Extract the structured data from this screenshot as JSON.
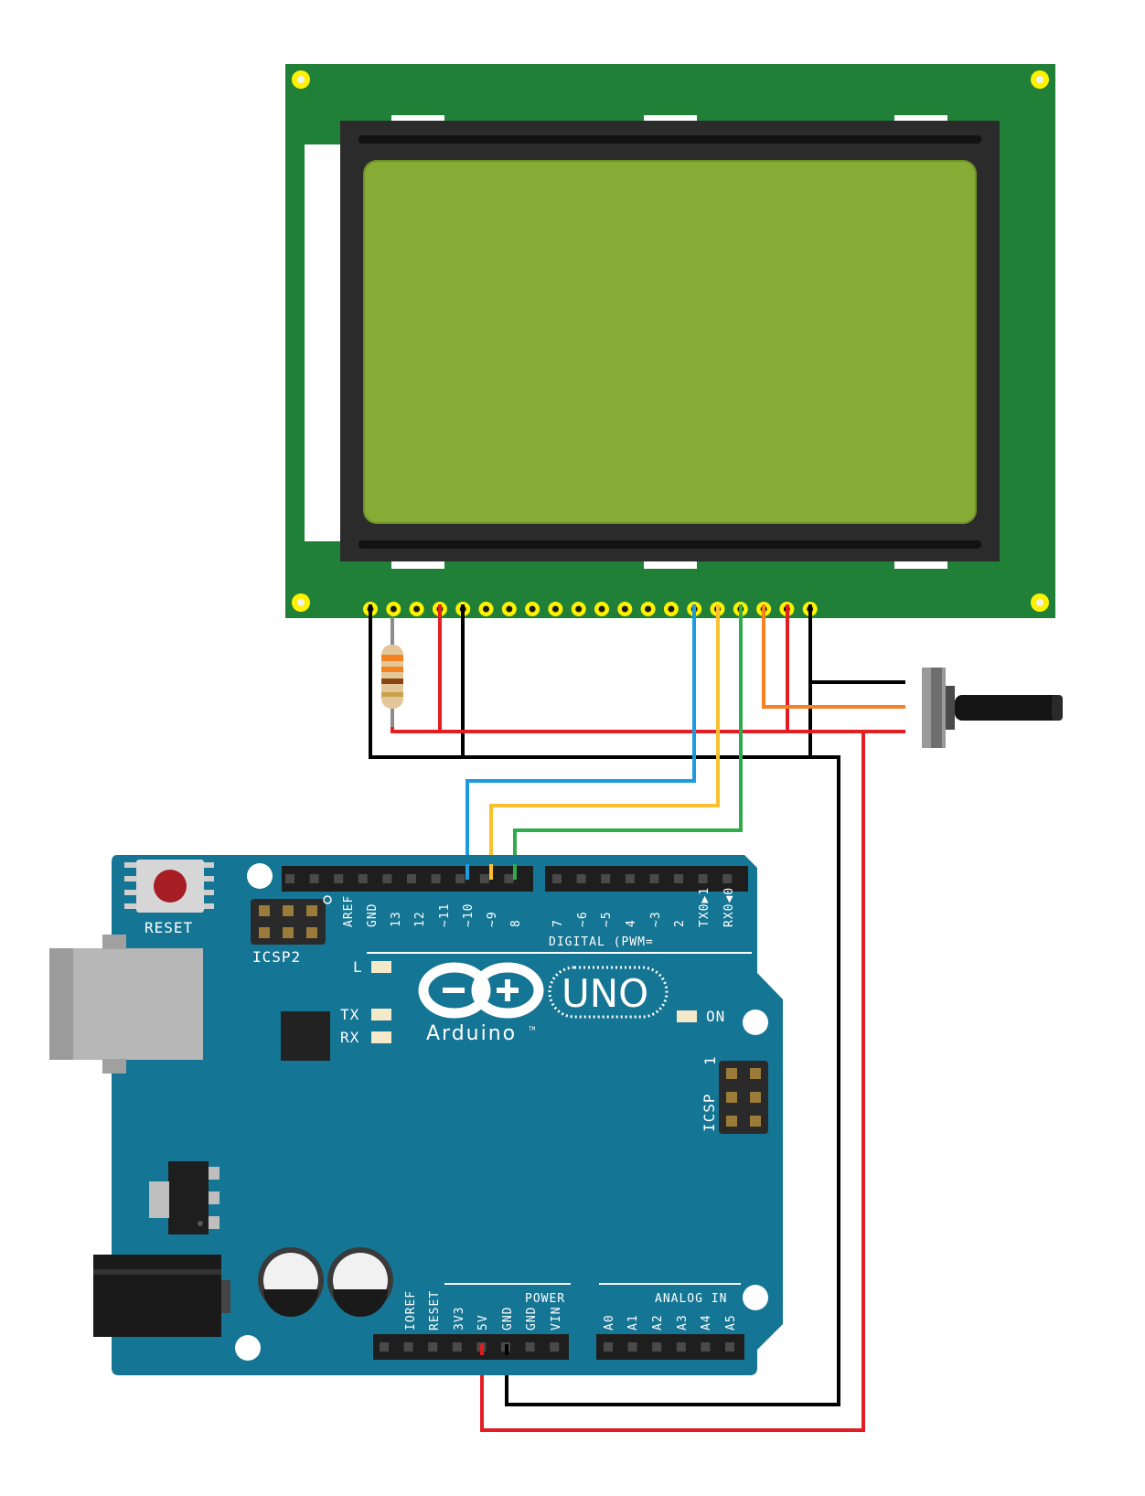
{
  "board": {
    "reset_label": "RESET",
    "icsp2_label": "ICSP2",
    "icsp_label": "ICSP",
    "icsp_pin1_label": "1",
    "brand": "Arduino",
    "tm": "TM",
    "model": "UNO",
    "led_l": "L",
    "led_tx": "TX",
    "led_rx": "RX",
    "led_on": "ON",
    "digital_header_label": "DIGITAL (PWM=",
    "digital_pins": [
      "AREF",
      "GND",
      "13",
      "12",
      "~11",
      "~10",
      "~9",
      "8",
      "7",
      "~6",
      "~5",
      "4",
      "~3",
      "2",
      "TX0▶1",
      "RX0◀0"
    ],
    "power_label": "POWER",
    "power_pins": [
      "IOREF",
      "RESET",
      "3V3",
      "5V",
      "GND",
      "GND",
      "VIN"
    ],
    "analog_label": "ANALOG IN",
    "analog_pins": [
      "A0",
      "A1",
      "A2",
      "A3",
      "A4",
      "A5"
    ]
  },
  "wires": [
    {
      "color": "#000000",
      "role": "GND"
    },
    {
      "color": "#e31d24",
      "role": "5V"
    },
    {
      "color": "#1e9be0",
      "role": "pin 10"
    },
    {
      "color": "#fbc02d",
      "role": "pin 9"
    },
    {
      "color": "#2eab4a",
      "role": "pin 8"
    },
    {
      "color": "#f58220",
      "role": "contrast"
    }
  ],
  "colors": {
    "lcd_pcb": "#218037",
    "lcd_screen": "#86ac36",
    "arduino_board": "#157594",
    "arduino_dark": "#0d6280"
  }
}
